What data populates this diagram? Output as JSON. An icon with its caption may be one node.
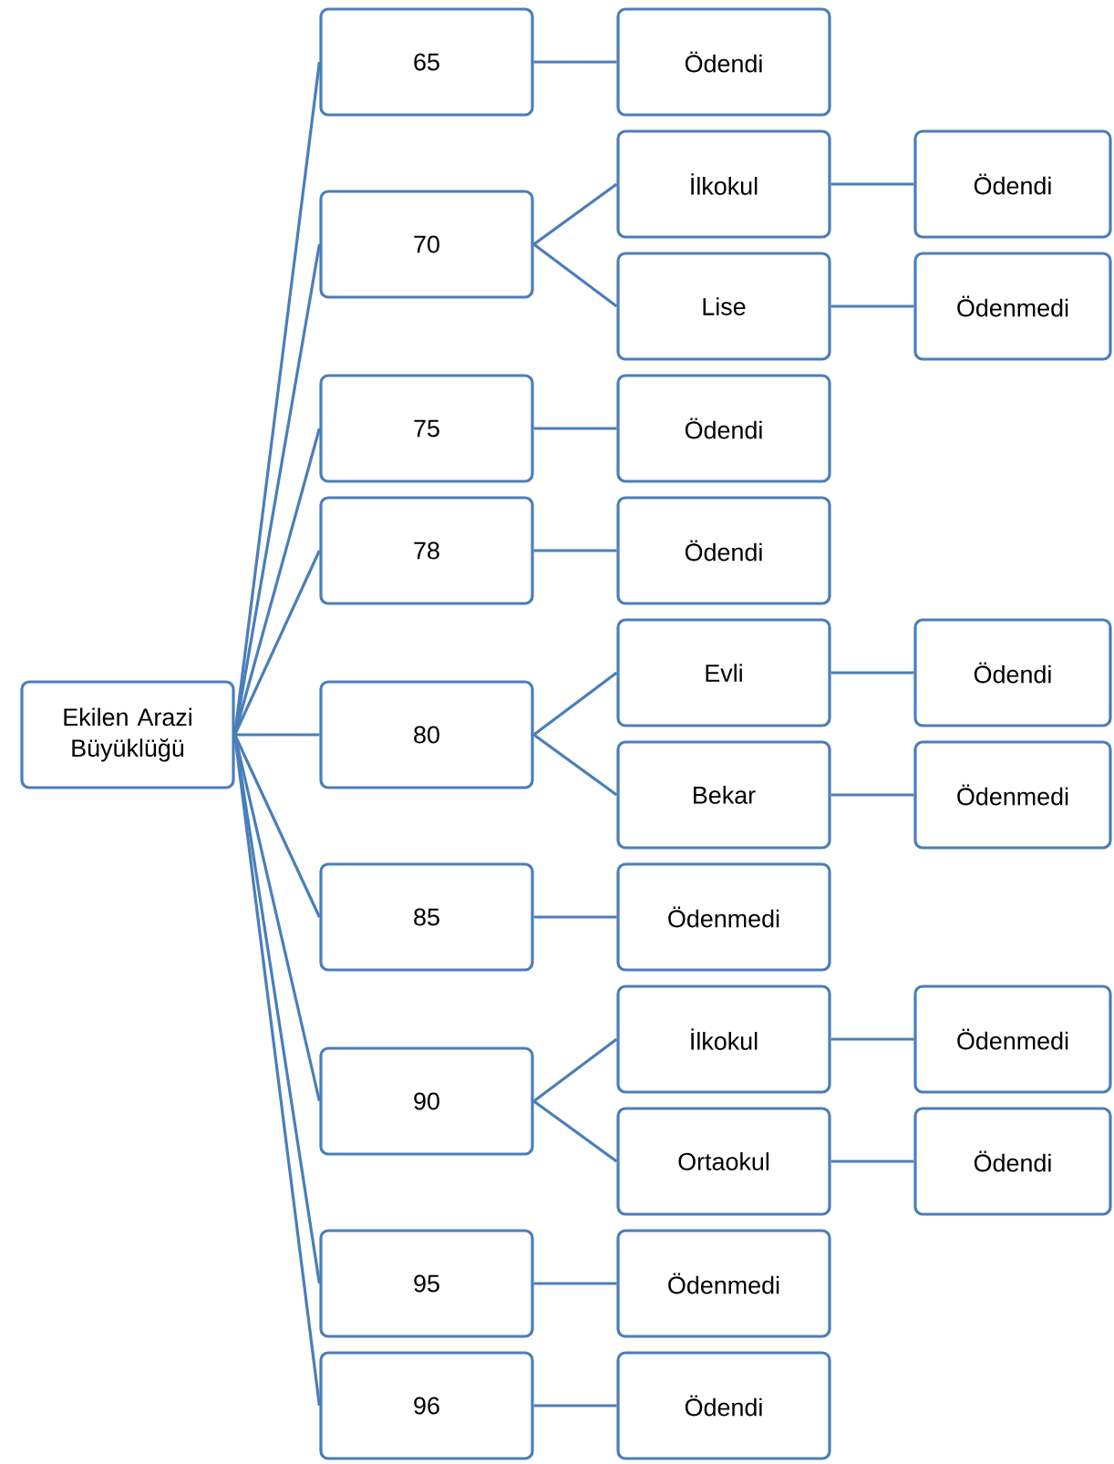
{
  "diagram": {
    "nodes": [
      {
        "text": [
          "Ekilen Arazi Büyüklüğü"
        ]
      },
      {
        "text": [
          "65"
        ]
      },
      {
        "text": [
          "Ödendi"
        ]
      },
      {
        "text": [
          "70"
        ]
      },
      {
        "text": [
          "İlkokul"
        ]
      },
      {
        "text": [
          "Ödendi"
        ]
      },
      {
        "text": [
          "Lise"
        ]
      },
      {
        "text": [
          "Ödenmedi"
        ]
      },
      {
        "text": [
          "75"
        ]
      },
      {
        "text": [
          "Ödendi"
        ]
      },
      {
        "text": [
          "78"
        ]
      },
      {
        "text": [
          "Ödendi"
        ]
      },
      {
        "text": [
          "80"
        ]
      },
      {
        "text": [
          "Evli"
        ]
      },
      {
        "text": [
          "Ödendi"
        ]
      },
      {
        "text": [
          "Bekar"
        ]
      },
      {
        "text": [
          "Ödenmedi"
        ]
      },
      {
        "text": [
          "85"
        ]
      },
      {
        "text": [
          "Ödenmedi"
        ]
      },
      {
        "text": [
          "90"
        ]
      },
      {
        "text": [
          "İlkokul"
        ]
      },
      {
        "text": [
          "Ödenmedi"
        ]
      },
      {
        "text": [
          "Ortaokul"
        ]
      },
      {
        "text": [
          "Ödendi"
        ]
      },
      {
        "text": [
          "95"
        ]
      },
      {
        "text": [
          "Ödenmedi"
        ]
      },
      {
        "text": [
          "96"
        ]
      },
      {
        "text": [
          "Ödendi"
        ]
      }
    ],
    "edges": [
      {
        "from": 0,
        "to": 1,
        "arrow": "none"
      },
      {
        "from": 0,
        "to": 3,
        "arrow": "none"
      },
      {
        "from": 0,
        "to": 8,
        "arrow": "none"
      },
      {
        "from": 0,
        "to": 10,
        "arrow": "none"
      },
      {
        "from": 0,
        "to": 12,
        "arrow": "none"
      },
      {
        "from": 0,
        "to": 17,
        "arrow": "none"
      },
      {
        "from": 0,
        "to": 19,
        "arrow": "none"
      },
      {
        "from": 0,
        "to": 24,
        "arrow": "none"
      },
      {
        "from": 0,
        "to": 26,
        "arrow": "none"
      },
      {
        "from": 1,
        "to": 2,
        "arrow": "none"
      },
      {
        "from": 3,
        "to": 4,
        "arrow": "none"
      },
      {
        "from": 4,
        "to": 5,
        "arrow": "none"
      },
      {
        "from": 3,
        "to": 6,
        "arrow": "none"
      },
      {
        "from": 6,
        "to": 7,
        "arrow": "none"
      },
      {
        "from": 8,
        "to": 9,
        "arrow": "none"
      },
      {
        "from": 10,
        "to": 11,
        "arrow": "none"
      },
      {
        "from": 12,
        "to": 13,
        "arrow": "none"
      },
      {
        "from": 13,
        "to": 14,
        "arrow": "none"
      },
      {
        "from": 12,
        "to": 15,
        "arrow": "none"
      },
      {
        "from": 15,
        "to": 16,
        "arrow": "none"
      },
      {
        "from": 17,
        "to": 18,
        "arrow": "none"
      },
      {
        "from": 19,
        "to": 20,
        "arrow": "none"
      },
      {
        "from": 20,
        "to": 21,
        "arrow": "none"
      },
      {
        "from": 19,
        "to": 22,
        "arrow": "none"
      },
      {
        "from": 22,
        "to": 23,
        "arrow": "none"
      },
      {
        "from": 24,
        "to": 25,
        "arrow": "none"
      },
      {
        "from": 26,
        "to": 27,
        "arrow": "none"
      }
    ]
  }
}
